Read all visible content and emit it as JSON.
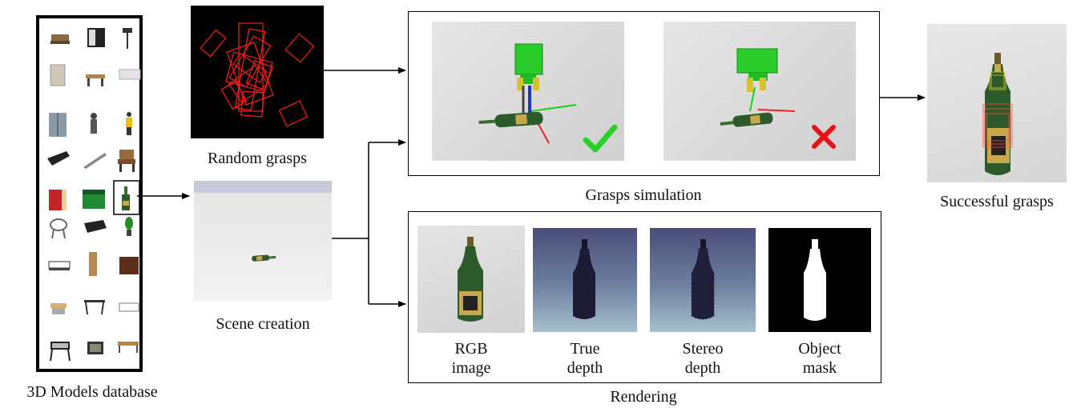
{
  "labels": {
    "database": "3D Models database",
    "random_grasps": "Random grasps",
    "scene_creation": "Scene creation",
    "grasps_simulation": "Grasps simulation",
    "successful_grasps": "Successful grasps",
    "rendering": "Rendering",
    "rgb_image": [
      "RGB",
      "image"
    ],
    "true_depth": [
      "True",
      "depth"
    ],
    "stereo_depth": [
      "Stereo",
      "depth"
    ],
    "object_mask": [
      "Object",
      "mask"
    ]
  },
  "icons": {
    "success": "check-icon",
    "failure": "cross-icon"
  },
  "colors": {
    "grasp_box": "#ff1a1a",
    "gripper": "#22cc22",
    "check": "#2bcf2b",
    "cross": "#e8111a",
    "bottle": "#2d5a2a"
  }
}
